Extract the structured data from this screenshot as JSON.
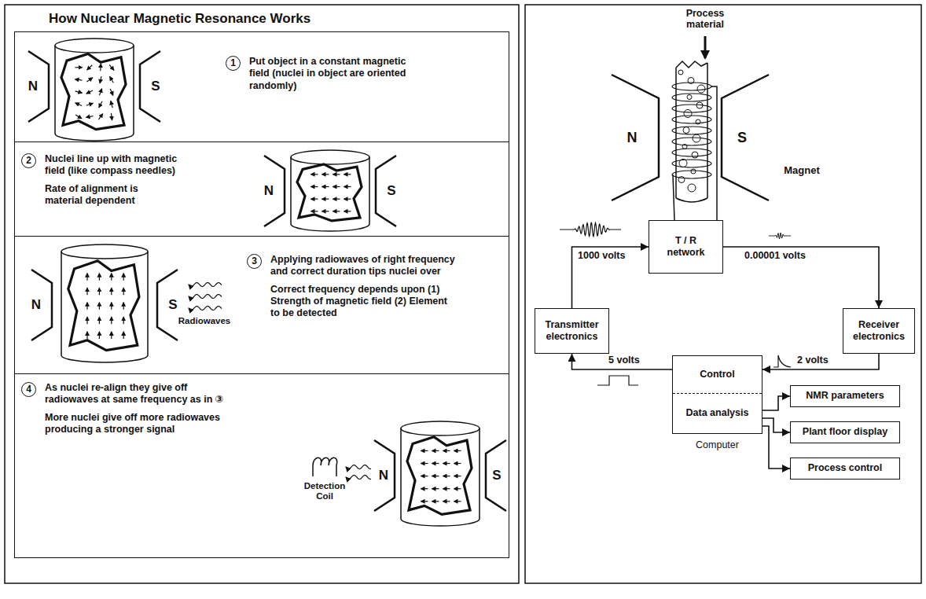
{
  "diagram": {
    "title": "How Nuclear Magnetic Resonance Works",
    "nodes": [
      {
        "text": [
          "1",
          "Put object in a constant magnetic field (nuclei in object are oriented randomly)"
        ]
      },
      {
        "text": [
          "2",
          "Nuclei line up with magnetic field (like compass needles)",
          "Rate of alignment is material dependent"
        ]
      },
      {
        "text": [
          "3",
          "Applying radiowaves of right frequency and correct duration tips nuclei over",
          "Correct frequency depends upon (1) Strength of magnetic field (2) Element to be detected"
        ]
      },
      {
        "text": [
          "4",
          "As nuclei re-align they give off radiowaves at same frequency as in ③",
          "More nuclei give off more radiowaves producing a stronger signal"
        ]
      },
      {
        "text": [
          "T / R network"
        ]
      },
      {
        "text": [
          "Transmitter electronics"
        ]
      },
      {
        "text": [
          "Receiver electronics"
        ]
      },
      {
        "text": [
          "Control",
          "Data analysis",
          "Computer"
        ]
      },
      {
        "text": [
          "NMR parameters"
        ]
      },
      {
        "text": [
          "Plant floor display"
        ]
      },
      {
        "text": [
          "Process control"
        ]
      }
    ],
    "edges": [
      {
        "from": 5,
        "to": 4,
        "arrow": "to",
        "label": "1000 volts"
      },
      {
        "from": 4,
        "to": 6,
        "arrow": "to",
        "label": "0.00001 volts"
      },
      {
        "from": 6,
        "to": 7,
        "arrow": "to",
        "label": "2 volts"
      },
      {
        "from": 7,
        "to": 5,
        "arrow": "to",
        "label": "5 volts"
      },
      {
        "from": 7,
        "to": 8,
        "arrow": "to"
      },
      {
        "from": 7,
        "to": 9,
        "arrow": "to"
      },
      {
        "from": 7,
        "to": 10,
        "arrow": "to"
      }
    ],
    "labels": [
      "N",
      "S",
      "N",
      "S",
      "N",
      "S",
      "Radiowaves",
      "Detection Coil",
      "N",
      "S",
      "Process material",
      "N",
      "S",
      "Magnet"
    ]
  }
}
